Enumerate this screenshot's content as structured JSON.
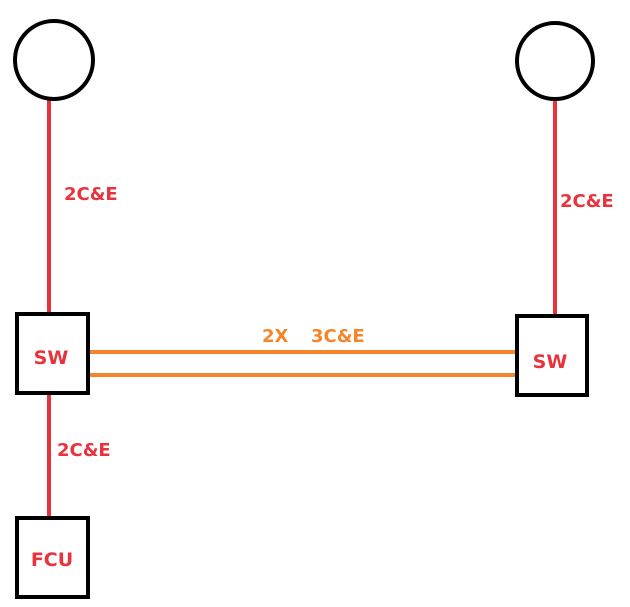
{
  "colors": {
    "outline": "#000000",
    "red_wire": "#e8323c",
    "orange_wire": "#f5852a",
    "label_red": "#e8323c",
    "label_orange": "#f5852a"
  },
  "nodes": {
    "sensor_left": {
      "shape": "circle",
      "label": ""
    },
    "sensor_right": {
      "shape": "circle",
      "label": ""
    },
    "switch_left": {
      "shape": "box",
      "label": "SW"
    },
    "switch_right": {
      "shape": "box",
      "label": "SW"
    },
    "fcu": {
      "shape": "box",
      "label": "FCU"
    }
  },
  "connections": {
    "sensor_left_to_switch_left": {
      "label": "2C&E"
    },
    "sensor_right_to_switch_right": {
      "label": "2C&E"
    },
    "switch_left_to_fcu": {
      "label": "2C&E"
    },
    "switch_to_switch": {
      "count_label": "2X",
      "cable_label": "3C&E"
    }
  }
}
